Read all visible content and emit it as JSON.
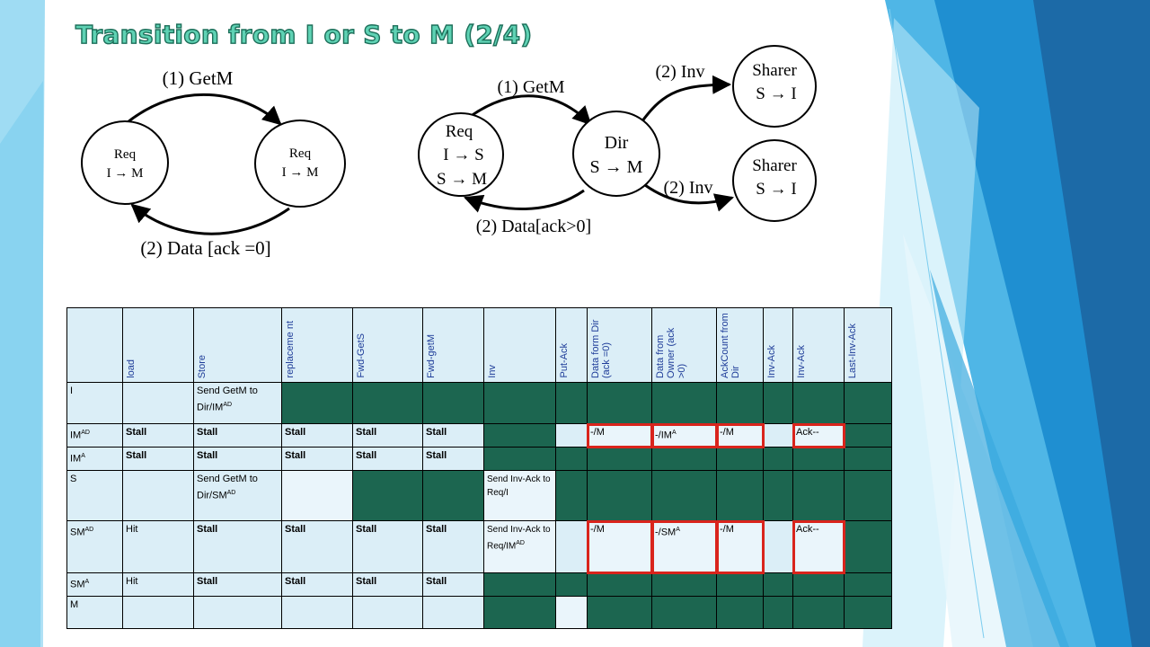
{
  "title": "Transition from I or S to M (2/4)",
  "diagram_left": {
    "node1": {
      "line1": "Req",
      "line2": "I → M"
    },
    "node2": {
      "line1": "Req",
      "line2": "I → M"
    },
    "edge_top": "(1) GetM",
    "edge_bottom": "(2) Data [ack =0]"
  },
  "diagram_right": {
    "req": {
      "line1": "Req",
      "line2": "I → S",
      "line3": "S → M"
    },
    "dir": {
      "line1": "Dir",
      "line2": "S → M"
    },
    "sharer1": {
      "line1": "Sharer",
      "line2": "S → I"
    },
    "sharer2": {
      "line1": "Sharer",
      "line2": "S → I"
    },
    "edge_getm": "(1) GetM",
    "edge_data": "(2) Data[ack>0]",
    "edge_inv1": "(2) Inv",
    "edge_inv2": "(2) Inv"
  },
  "table": {
    "headers": [
      "load",
      "Store",
      "replaceme nt",
      "Fwd-GetS",
      "Fwd-getM",
      "Inv",
      "Put-Ack",
      "Data form Dir (ack =0)",
      "Data from Owner (ack >0)",
      "AckCount from Dir",
      "Inv-Ack",
      "Inv-Ack",
      "Last-Inv-Ack"
    ],
    "rows": [
      {
        "state": "I",
        "state_sup": "",
        "cells": [
          "",
          "Send GetM to Dir/IM",
          "",
          "",
          "",
          "",
          "",
          "",
          "",
          "",
          "",
          "",
          ""
        ],
        "store_sup": "AD"
      },
      {
        "state": "IM",
        "state_sup": "AD",
        "cells": [
          "Stall",
          "Stall",
          "Stall",
          "Stall",
          "Stall",
          "",
          "",
          "-/M",
          "-/IM",
          "-/M",
          "",
          "Ack--",
          ""
        ],
        "owner_sup": "A"
      },
      {
        "state": "IM",
        "state_sup": "A",
        "cells": [
          "Stall",
          "Stall",
          "Stall",
          "Stall",
          "Stall",
          "",
          "",
          "",
          "",
          "",
          "",
          "",
          ""
        ]
      },
      {
        "state": "S",
        "state_sup": "",
        "cells": [
          "",
          "Send GetM to Dir/SM",
          "",
          "",
          "",
          "Send Inv-Ack to Req/I",
          "",
          "",
          "",
          "",
          "",
          "",
          ""
        ],
        "store_sup": "AD"
      },
      {
        "state": "SM",
        "state_sup": "AD",
        "cells": [
          "Hit",
          "Stall",
          "Stall",
          "Stall",
          "Stall",
          "Send Inv-Ack to Req/IM",
          "",
          "-/M",
          "-/SM",
          "-/M",
          "",
          "Ack--",
          ""
        ],
        "inv_sup": "AD",
        "owner_sup": "A"
      },
      {
        "state": "SM",
        "state_sup": "A",
        "cells": [
          "Hit",
          "Stall",
          "Stall",
          "Stall",
          "Stall",
          "",
          "",
          "",
          "",
          "",
          "",
          "",
          ""
        ]
      },
      {
        "state": "M",
        "state_sup": "",
        "cells": [
          "",
          "",
          "",
          "",
          "",
          "",
          "",
          "",
          "",
          "",
          "",
          "",
          ""
        ]
      }
    ]
  },
  "colors": {
    "title_fill": "#5fd2b4",
    "cell_green": "#1c6650",
    "cell_light": "#dbeef7",
    "highlight_red": "#d9241c",
    "deco_blue": "#1f8fd1"
  }
}
